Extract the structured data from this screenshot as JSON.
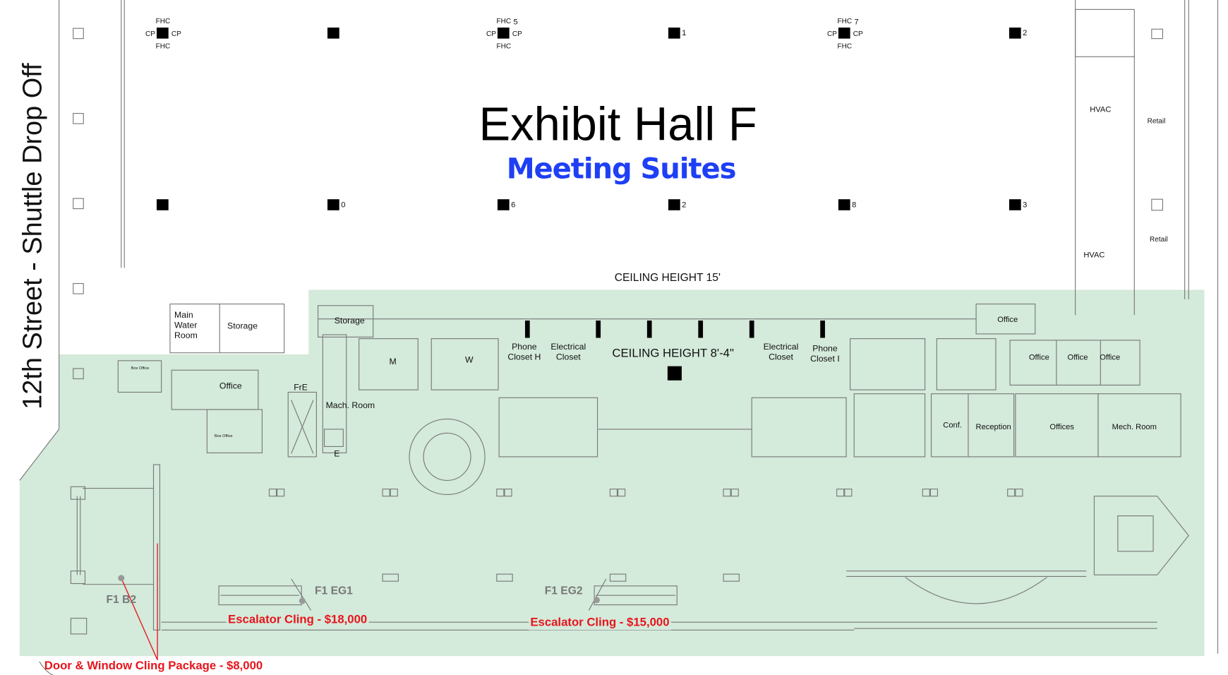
{
  "street_label": "12th Street - Shuttle Drop Off",
  "hall": {
    "title": "Exhibit Hall F",
    "subtitle": "Meeting Suites"
  },
  "ceilings": {
    "upper": "CEILING HEIGHT 15'",
    "lower": "CEILING HEIGHT 8'-4\""
  },
  "column_tags": {
    "fhc": "FHC",
    "cp": "CP"
  },
  "column_numbers_top": [
    "",
    "",
    "5",
    "1",
    "7",
    "2"
  ],
  "column_numbers_bottom": [
    "",
    "0",
    "6",
    "2",
    "8",
    "3"
  ],
  "rooms": {
    "main_water_room": "Main Water Room",
    "storage_1": "Storage",
    "storage_2": "Storage",
    "box_office_1": "Box Office",
    "box_office_2": "Box Office",
    "office_left": "Office",
    "fre": "FrE",
    "mach_room": "Mach. Room",
    "e": "E",
    "m": "M",
    "w": "W",
    "phone_closet_h": "Phone Closet H",
    "electrical_closet_left": "Electrical Closet",
    "electrical_closet_right": "Electrical Closet",
    "phone_closet_i": "Phone Closet I",
    "office_top_right": "Office",
    "office_r1": "Office",
    "office_r2": "Office",
    "office_r3": "Office",
    "conf": "Conf.",
    "reception": "Reception",
    "offices": "Offices",
    "mech_room": "Mech. Room",
    "hvac_1": "HVAC",
    "hvac_2": "HVAC",
    "retail_1": "Retail",
    "retail_2": "Retail"
  },
  "zones": {
    "eg1": "F1 EG1",
    "eg2": "F1 EG2",
    "b2": "F1 B2"
  },
  "sponsorships": {
    "escalator_1": "Escalator Cling - $18,000",
    "escalator_2": "Escalator Cling - $15,000",
    "door_window": "Door & Window Cling Package - $8,000"
  },
  "colors": {
    "zone_fill": "#d4eadb",
    "accent_blue": "#1f3ff5",
    "price_red": "#e8141c",
    "wall": "#777777"
  }
}
